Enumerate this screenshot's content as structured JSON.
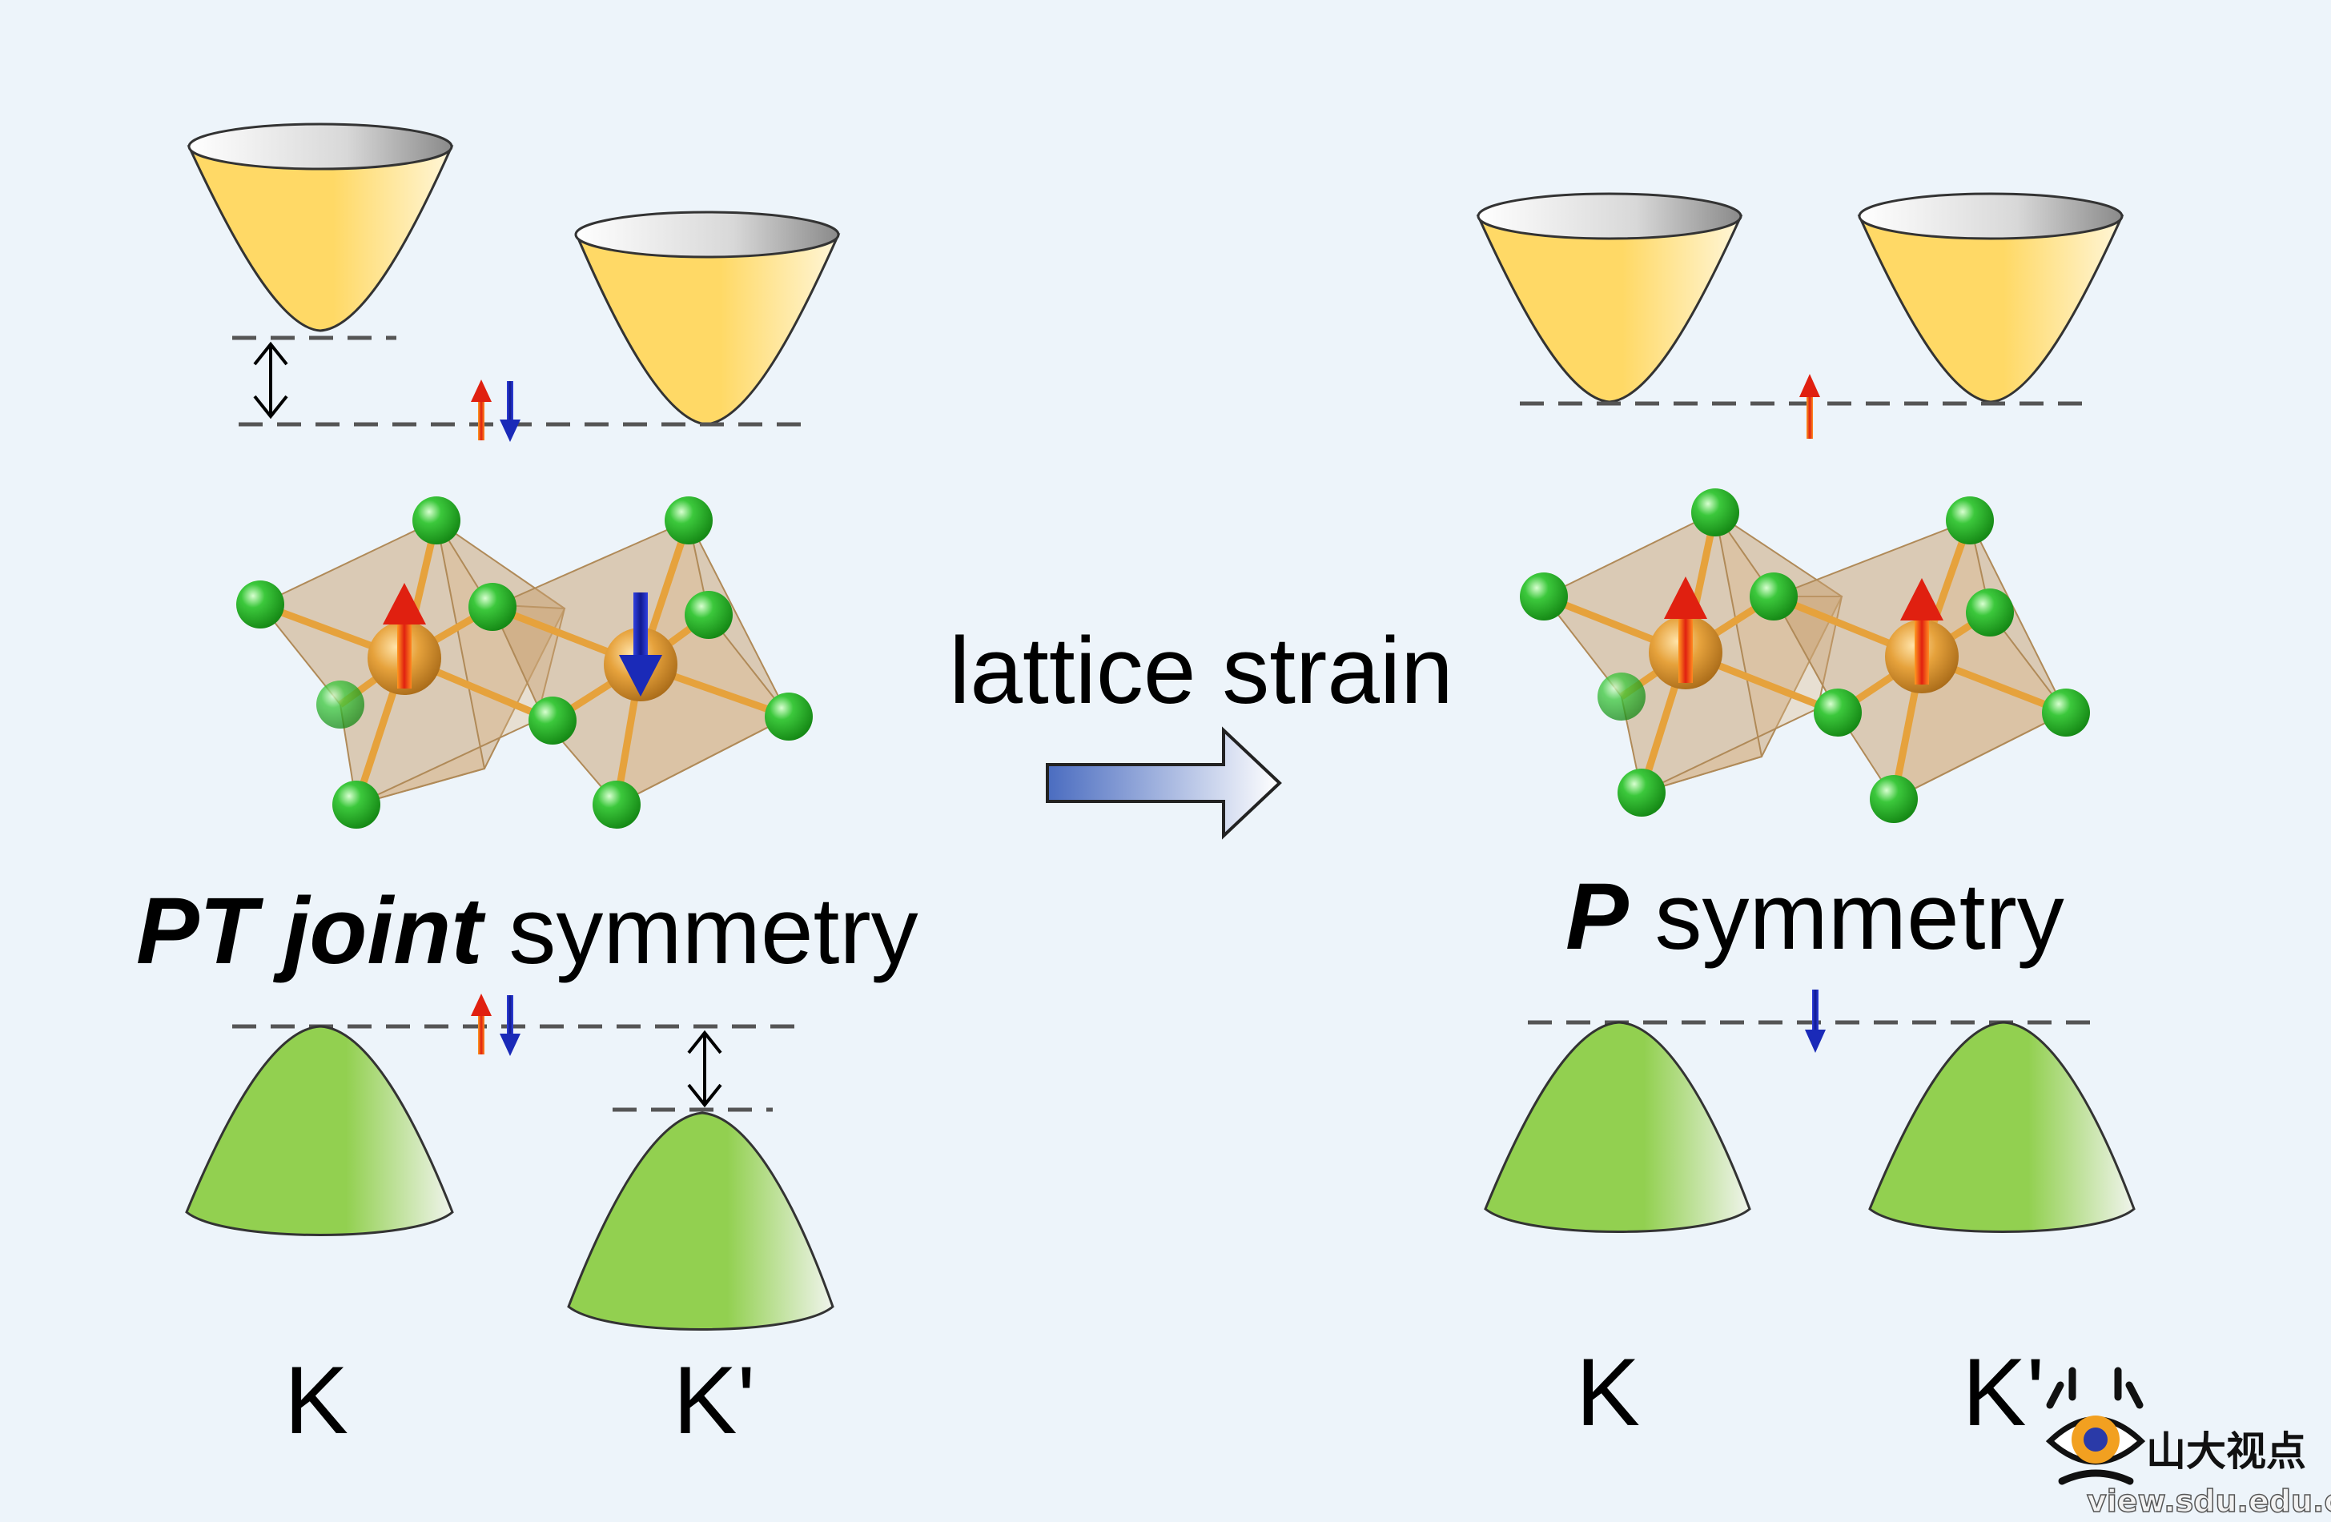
{
  "left_panel": {
    "symmetry_bold": "PT joint",
    "symmetry_rest": " symmetry",
    "valley_k": "K",
    "valley_kprime": "K'"
  },
  "right_panel": {
    "symmetry_bold": "P",
    "symmetry_rest": " symmetry",
    "valley_k": "K",
    "valley_kprime": "K'"
  },
  "transition": {
    "label": "lattice strain"
  },
  "watermark": {
    "name": "山大视点",
    "url": "view.sdu.edu.cn"
  },
  "colors": {
    "background": "#edf4fa",
    "conduction_band": "#ffd966",
    "valence_band": "#92d050",
    "ligand_atom": "#3cc83c",
    "metal_atom": "#e6a23c",
    "spin_up": "#e02010",
    "spin_down": "#1a2ab8",
    "arrow_gradient_start": "#4a6cc0",
    "arrow_gradient_end": "#ffffff"
  },
  "icons": [
    "spin-up-arrow",
    "spin-down-arrow",
    "double-headed-arrow",
    "right-arrow",
    "eye-logo-icon"
  ]
}
